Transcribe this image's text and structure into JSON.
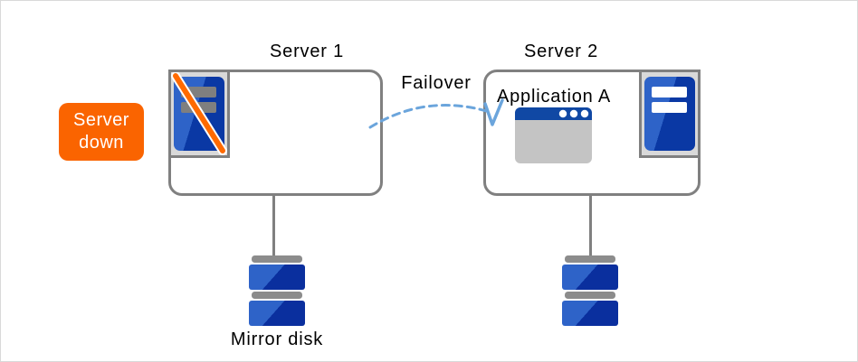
{
  "diagram": {
    "badge": {
      "label": "Server down"
    },
    "server1": {
      "title": "Server 1",
      "status": "down"
    },
    "server2": {
      "title": "Server 2",
      "status": "up",
      "application_label": "Application A"
    },
    "failover": {
      "label": "Failover"
    },
    "mirror_disk": {
      "label": "Mirror disk"
    }
  },
  "icons": {
    "server1_icon": "server-down-icon",
    "server2_icon": "server-up-icon",
    "application_icon": "application-window-icon",
    "disk_icon": "mirror-disk-icon",
    "arrow_icon": "failover-arrow-icon"
  },
  "colors": {
    "accent-orange": "#fa6400",
    "slash-orange": "#ff6a00",
    "server-blue-light": "#2e63c8",
    "server-blue-dark": "#0a38a4",
    "window-title-blue": "#1048a4",
    "window-body-gray": "#c4c4c4",
    "arrow-blue": "#6ba5dc",
    "box-border-gray": "#808080",
    "icon-bg-gray": "#d9d9d9",
    "bar-gray-down": "#7f7f7f",
    "disk-cap-gray": "#8c8c8c",
    "canvas-border": "#d9d9d9",
    "text-black": "#000000"
  }
}
